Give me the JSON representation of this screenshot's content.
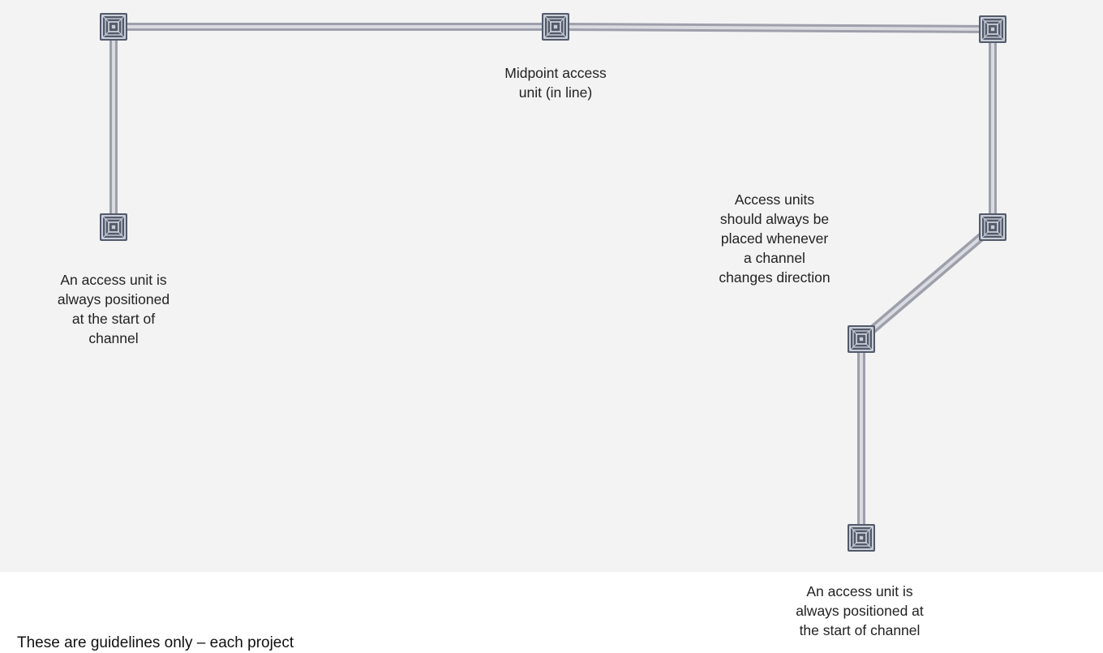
{
  "labels": {
    "midpoint": "Midpoint access\nunit (in line)",
    "start_left": "An access unit is\nalways positioned\nat the start of\nchannel",
    "direction_change": "Access units\nshould always be\nplaced whenever\na channel\nchanges direction",
    "start_bottom": "An access unit is\nalways positioned at\nthe start of channel"
  },
  "footer": {
    "note": "These are guidelines only – each project"
  },
  "colors": {
    "panel_background": "#f3f3f4",
    "channel": "#a9abb6",
    "access_unit": "#4e5566"
  }
}
